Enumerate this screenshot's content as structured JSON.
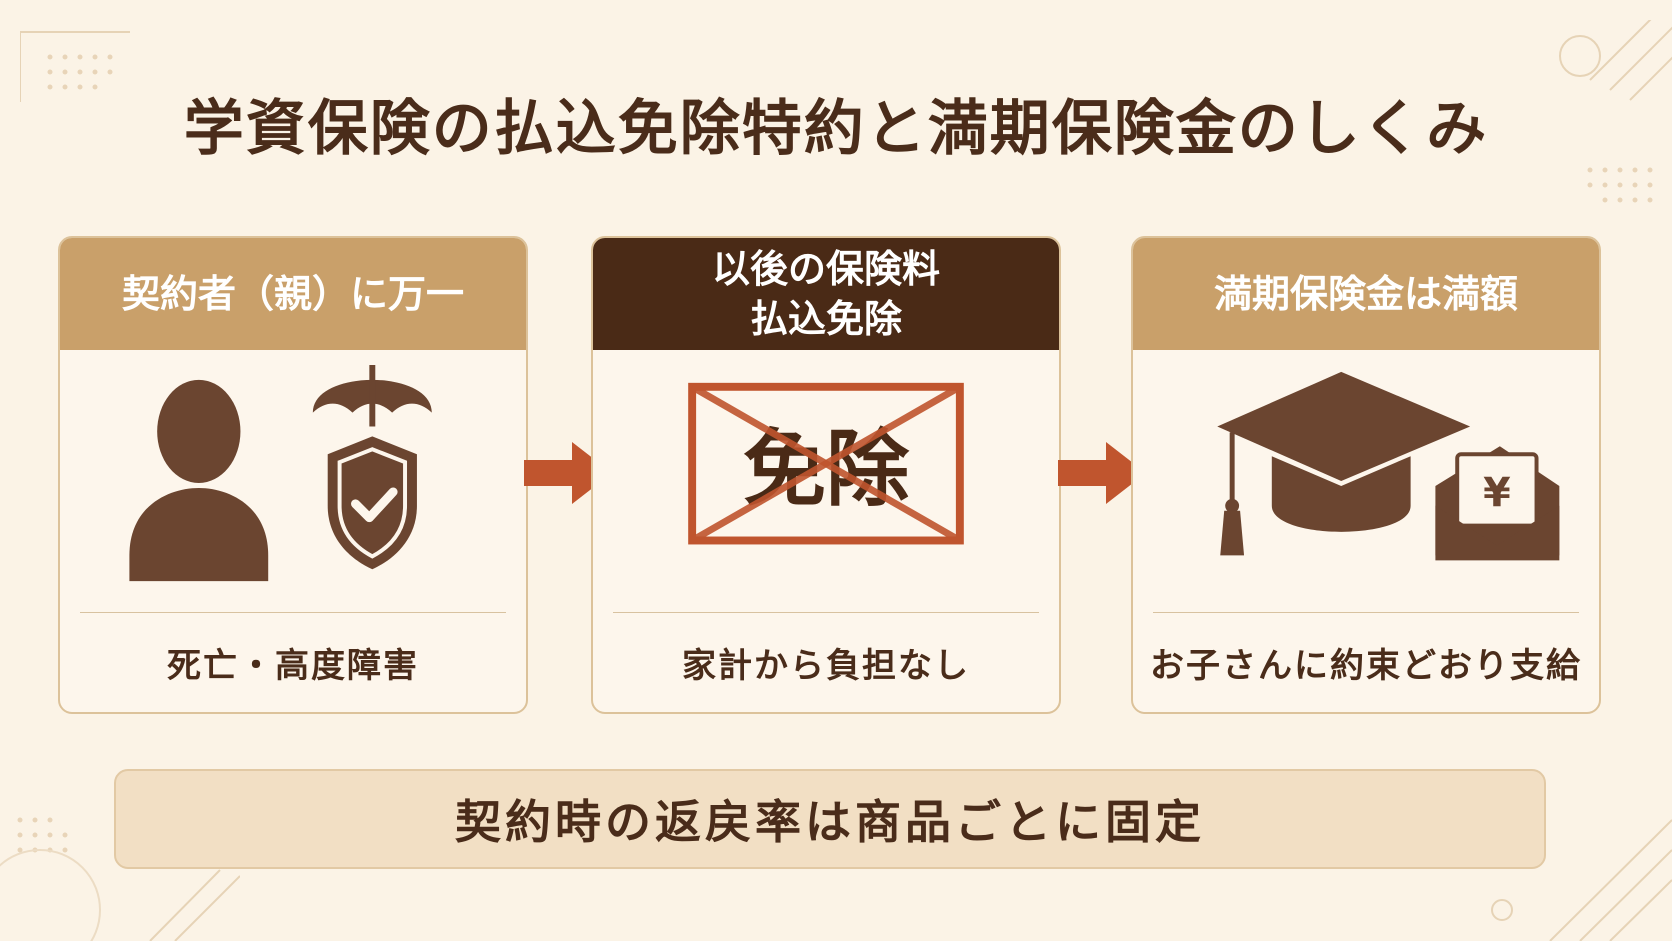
{
  "title": "学資保険の払込免除特約と満期保険金のしくみ",
  "cards": [
    {
      "header": "契約者（親）に万一",
      "footer": "死亡・高度障害",
      "icons": [
        "person-icon",
        "umbrella-shield-check-icon"
      ]
    },
    {
      "header_line1": "以後の保険料",
      "header_line2": "払込免除",
      "stamp": "免除",
      "footer": "家計から負担なし",
      "icons": [
        "crossed-stamp-icon"
      ]
    },
    {
      "header": "満期保険金は満額",
      "footer": "お子さんに約束どおり支給",
      "icons": [
        "graduation-cap-icon",
        "yen-envelope-icon"
      ]
    }
  ],
  "bottom_note": "契約時の返戻率は商品ごとに固定",
  "colors": {
    "background": "#fbf3e6",
    "dark_brown": "#4a2a16",
    "gold": "#c9a06a",
    "arrow": "#c0552e",
    "icon_brown": "#6b4530"
  }
}
